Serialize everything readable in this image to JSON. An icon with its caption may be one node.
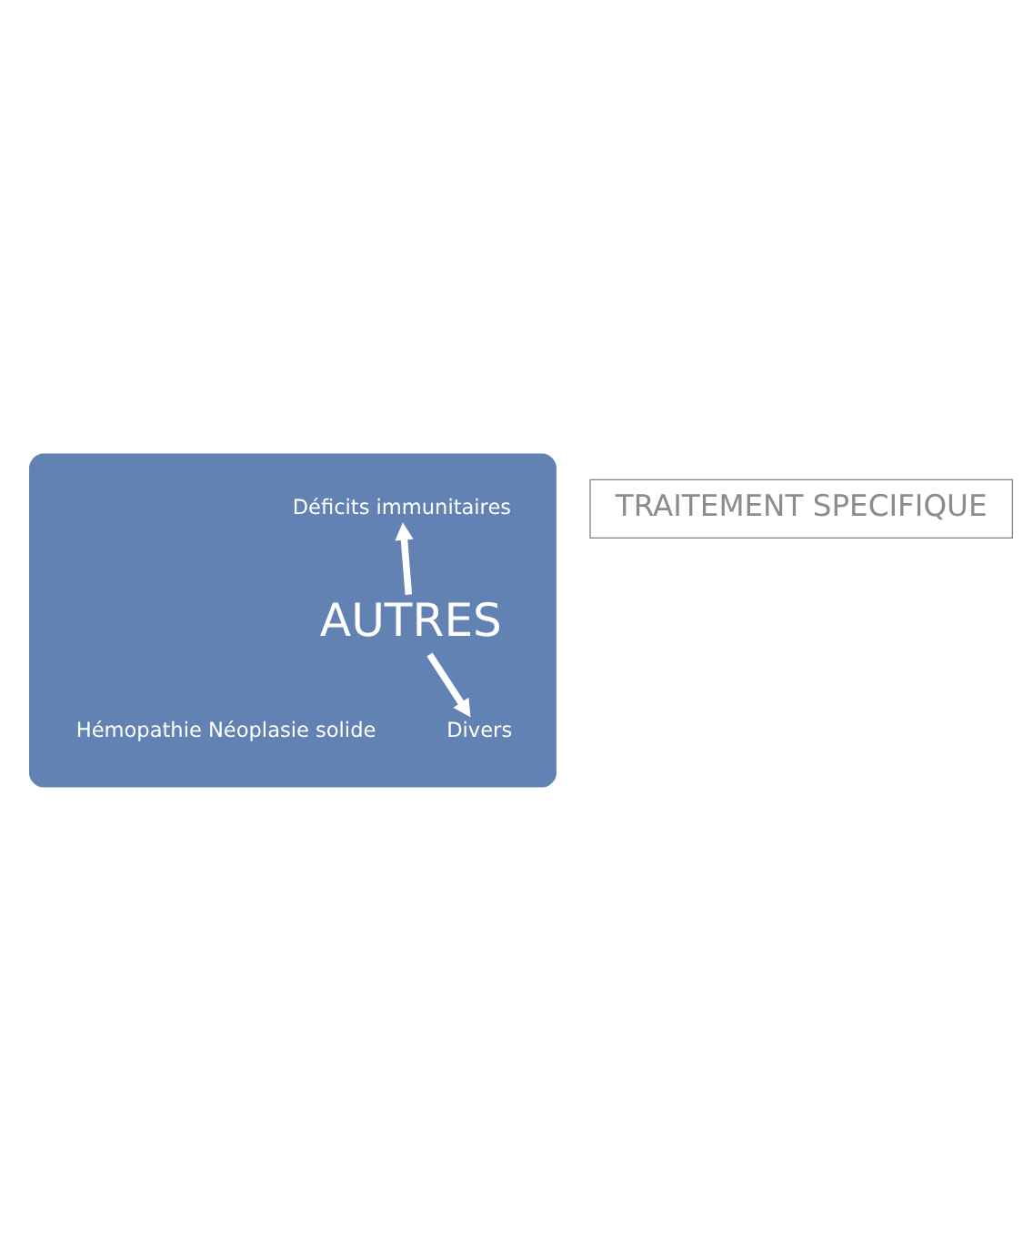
{
  "diagram": {
    "nodes": [
      {
        "text": [],
        "shape": "box"
      },
      {
        "text": [
          "Déficits immunitaires"
        ],
        "in": 0
      },
      {
        "text": [
          "AUTRES"
        ],
        "in": 0
      },
      {
        "text": [
          "Hémopathie Néoplasie solide"
        ],
        "in": 0
      },
      {
        "text": [
          "Divers"
        ],
        "in": 0
      },
      {
        "text": [
          "TRAITEMENT SPECIFIQUE"
        ]
      }
    ],
    "edges": [
      {
        "from": 2,
        "to": 1,
        "arrow": "to"
      },
      {
        "from": 2,
        "to": 4,
        "arrow": "to"
      }
    ]
  }
}
